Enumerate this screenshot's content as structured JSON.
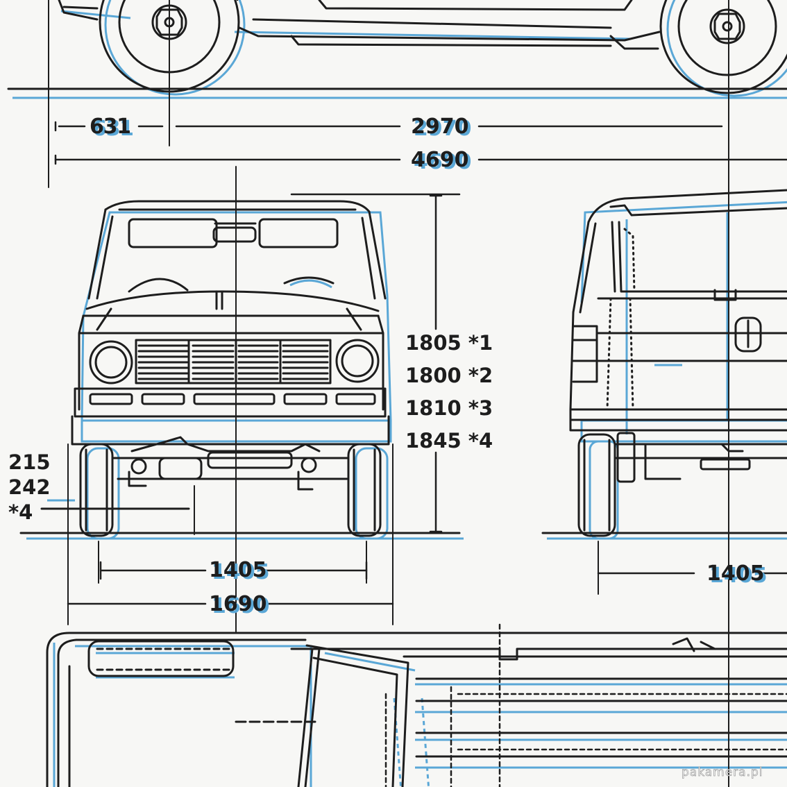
{
  "colors": {
    "paper": "#f7f7f5",
    "ink": "#1d1d1d",
    "blue": "#5aa7d6"
  },
  "dimensions": {
    "front_overhang": "631",
    "wheelbase": "2970",
    "overall_length": "4690",
    "height_1": "1805 *1",
    "height_2": "1800 *2",
    "height_3": "1810 *3",
    "height_4": "1845 *4",
    "clearance_1": "215",
    "clearance_2": "242",
    "clearance_3": "*4",
    "front_track": "1405",
    "overall_width": "1690",
    "rear_track": "1405"
  },
  "watermark": "pakamera.pl"
}
